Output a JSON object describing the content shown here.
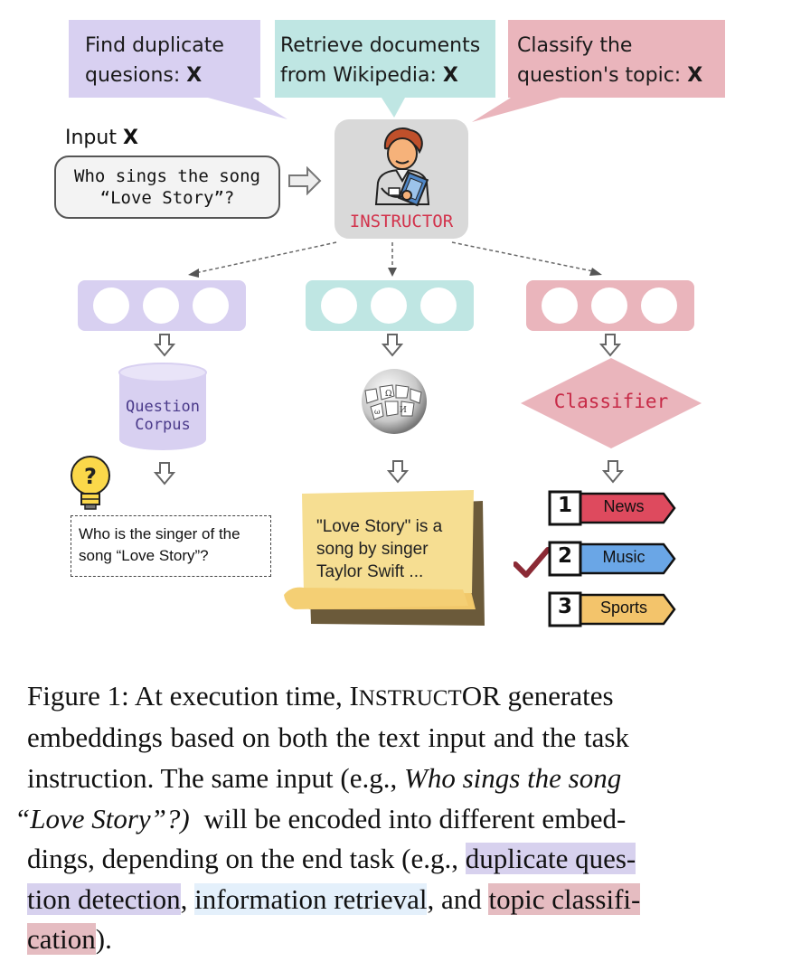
{
  "bubbles": {
    "purple": {
      "text": "Find duplicate\nquesions:",
      "x": "X"
    },
    "teal": {
      "text": "Retrieve documents\nfrom Wikipedia:",
      "x": "X"
    },
    "pink": {
      "text": "Classify the\nquestion's topic:",
      "x": "X"
    }
  },
  "input": {
    "label": "Input",
    "x": "X",
    "text": "Who sings the song\n“Love Story”?"
  },
  "model_label": "INSTRUCTOR",
  "corpus_label": "Question\nCorpus",
  "duplicate_result": "Who is the singer of the\nsong “Love Story”?",
  "retrieved_doc": "\"Love Story\" is a\nsong by singer\nTaylor Swift ...",
  "classifier_label": "Classifier",
  "classes": [
    {
      "rank": "1",
      "label": "News",
      "color": "#de4a5e"
    },
    {
      "rank": "2",
      "label": "Music",
      "color": "#6aa6e6"
    },
    {
      "rank": "3",
      "label": "Sports",
      "color": "#f3c46b"
    }
  ],
  "colors": {
    "purple": "#d8d0f1",
    "teal": "#bfe6e3",
    "pink": "#eab5bc"
  },
  "caption": {
    "fig": "Figure 1: At execution time,",
    "name_i": "I",
    "name_nstruct": "NSTRUCT",
    "name_or": "OR",
    "l1_end": "generates",
    "l2": "embeddings based on both the text input and the task",
    "l3a": "instruction. The same input (e.g.,",
    "l3b": "Who sings the song",
    "l4a": "“Love Story”?)",
    "l4b": "will be encoded into different embed-",
    "l5a": "dings, depending on the end task (e.g.,",
    "l5b": "duplicate ques-",
    "l6a": "tion detection",
    "l6b": ",",
    "l6c": "information retrieval",
    "l6d": ", and",
    "l6e": "topic classifi-",
    "l7a": "cation",
    "l7b": ")."
  }
}
